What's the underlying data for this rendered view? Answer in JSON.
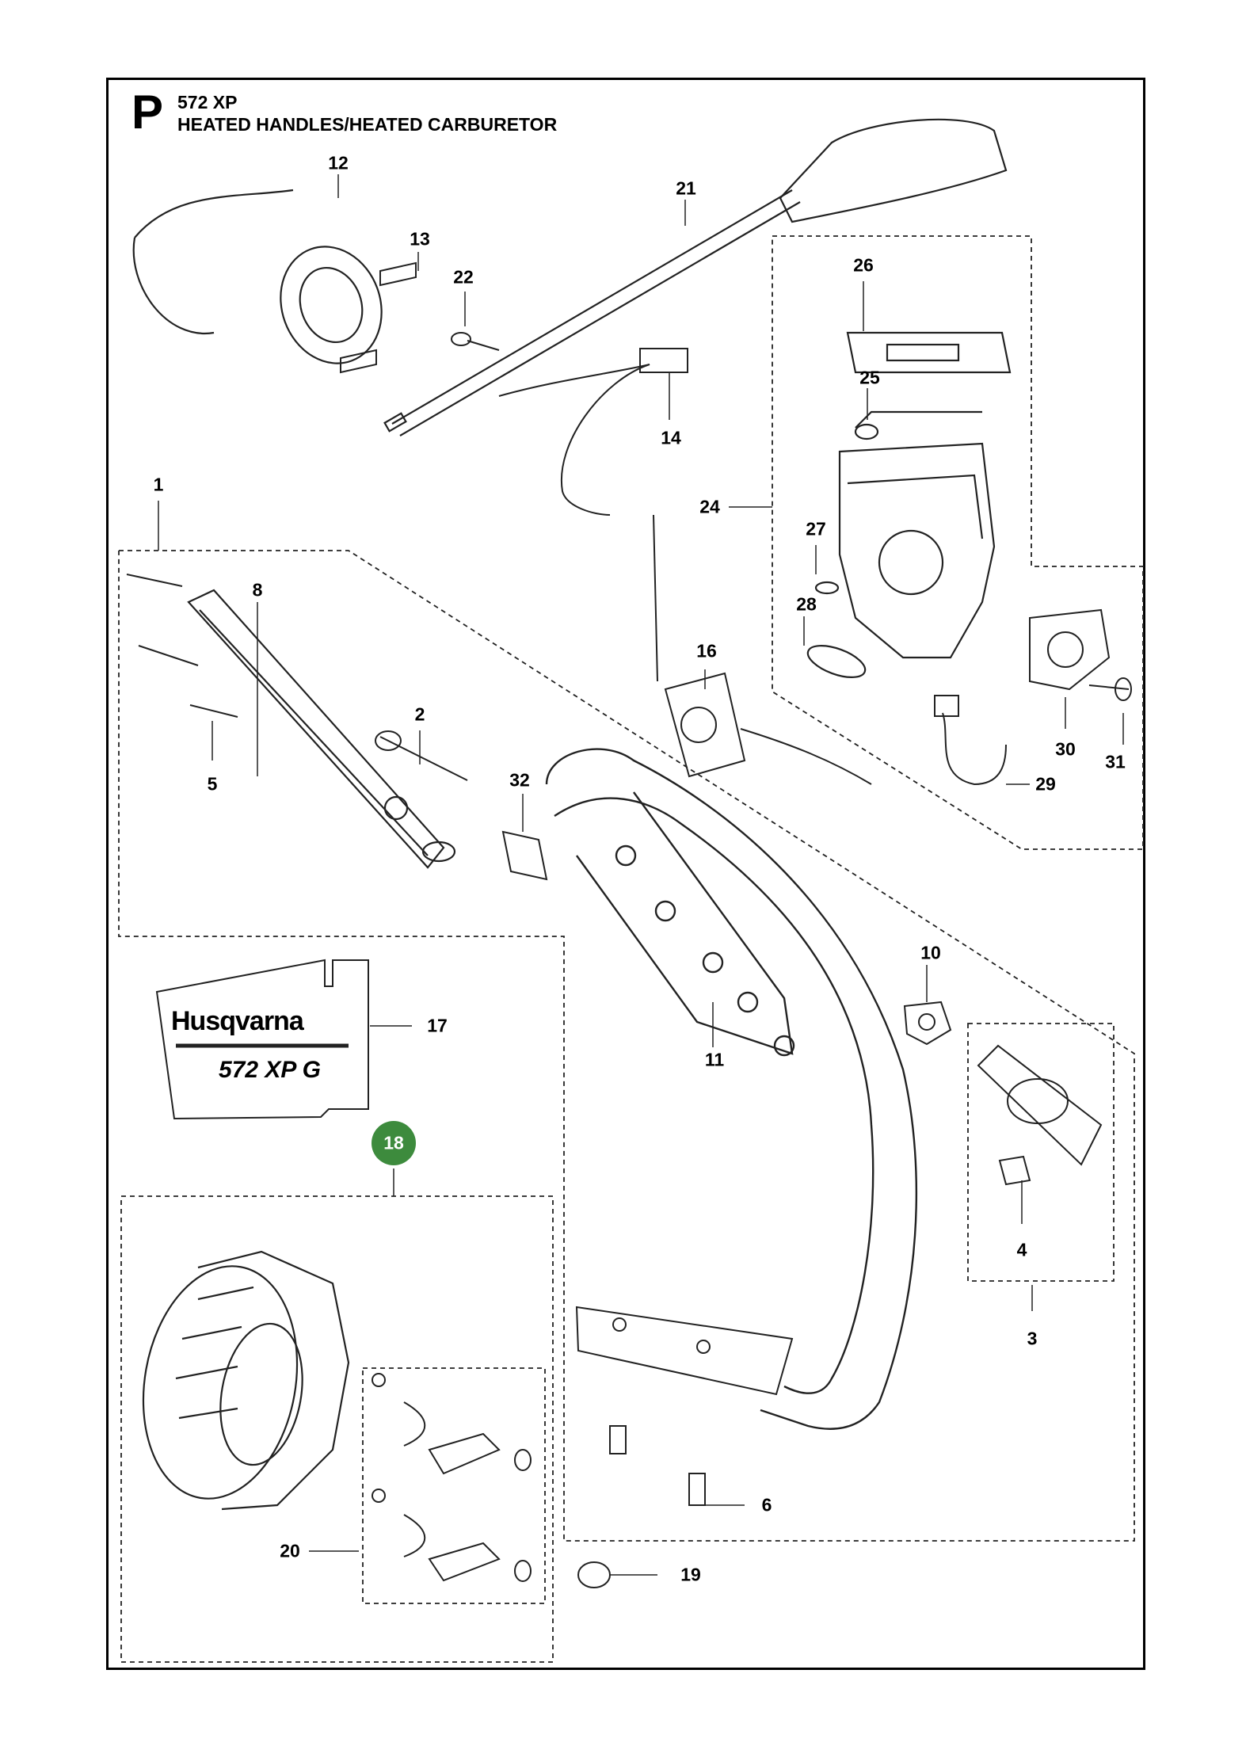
{
  "header": {
    "section_letter": "P",
    "model": "572 XP",
    "title": "HEATED HANDLES/HEATED CARBURETOR"
  },
  "decal": {
    "brand": "Husqvarna",
    "model": "572 XP G"
  },
  "callouts": [
    {
      "id": "c1",
      "label": "1"
    },
    {
      "id": "c2",
      "label": "2"
    },
    {
      "id": "c3",
      "label": "3"
    },
    {
      "id": "c4",
      "label": "4"
    },
    {
      "id": "c5",
      "label": "5"
    },
    {
      "id": "c6",
      "label": "6"
    },
    {
      "id": "c8",
      "label": "8"
    },
    {
      "id": "c10",
      "label": "10"
    },
    {
      "id": "c11",
      "label": "11"
    },
    {
      "id": "c12",
      "label": "12"
    },
    {
      "id": "c13",
      "label": "13"
    },
    {
      "id": "c14",
      "label": "14"
    },
    {
      "id": "c16",
      "label": "16"
    },
    {
      "id": "c17",
      "label": "17"
    },
    {
      "id": "c18",
      "label": "18"
    },
    {
      "id": "c19",
      "label": "19"
    },
    {
      "id": "c20",
      "label": "20"
    },
    {
      "id": "c21",
      "label": "21"
    },
    {
      "id": "c22",
      "label": "22"
    },
    {
      "id": "c24",
      "label": "24"
    },
    {
      "id": "c25",
      "label": "25"
    },
    {
      "id": "c26",
      "label": "26"
    },
    {
      "id": "c27",
      "label": "27"
    },
    {
      "id": "c28",
      "label": "28"
    },
    {
      "id": "c29",
      "label": "29"
    },
    {
      "id": "c30",
      "label": "30"
    },
    {
      "id": "c31",
      "label": "31"
    },
    {
      "id": "c32",
      "label": "32"
    }
  ],
  "colors": {
    "highlight": "#3d8b3d",
    "ink": "#000000",
    "line": "#222222"
  }
}
